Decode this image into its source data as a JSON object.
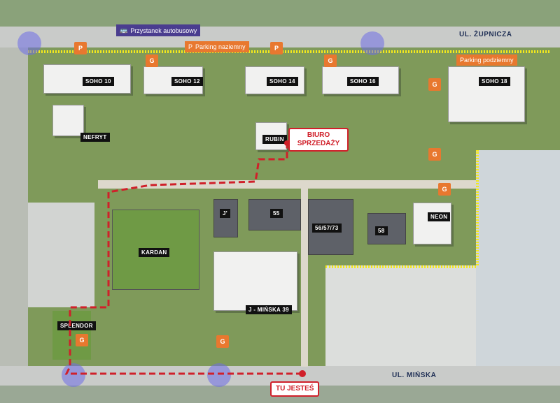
{
  "streets": {
    "north": "UL. ŻUPNICZA",
    "south": "UL. MIŃSKA"
  },
  "tags": {
    "bus_stop": "Przystanek autobusowy",
    "ground_parking": "Parking naziemny",
    "underground_parking": "Parking podziemny"
  },
  "buildings": {
    "soho10": "SOHO 10",
    "soho12": "SOHO 12",
    "soho14": "SOHO 14",
    "soho16": "SOHO 16",
    "soho18": "SOHO 18",
    "nefryt": "NEFRYT",
    "rubin": "RUBIN",
    "kardan": "KARDAN",
    "j_prime": "J'",
    "b55": "55",
    "b567": "56/57/73",
    "b58": "58",
    "neon": "NEON",
    "splendor": "SPLENDOR",
    "j_minska": "J - MIŃSKA 39"
  },
  "callouts": {
    "sales_office": "BIURO SPRZEDAŻY",
    "you_are_here": "TU JESTEŚ"
  },
  "colors": {
    "route": "#d0202a",
    "parking": "#e8782f",
    "bus": "#4a3d8f",
    "boundary": "#f4e91c"
  }
}
